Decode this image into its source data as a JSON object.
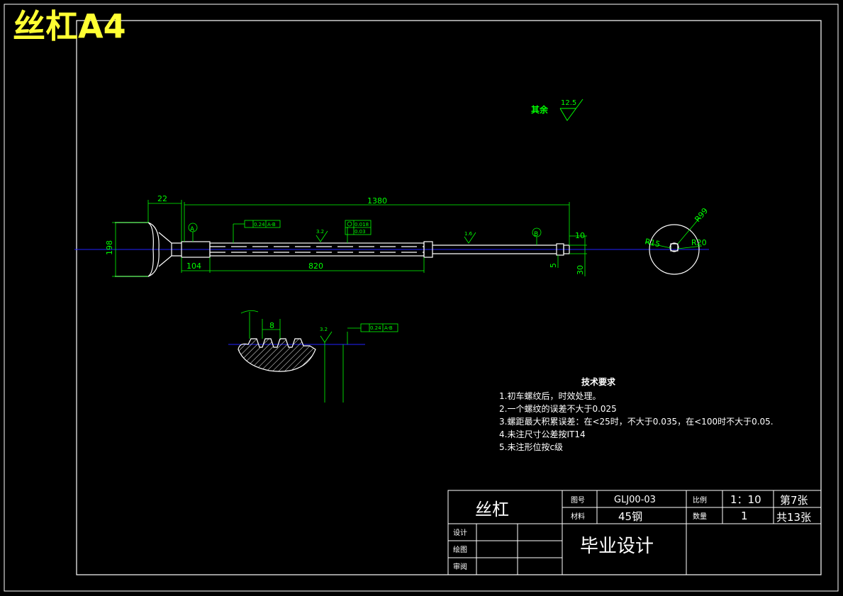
{
  "watermark": "丝杠A4",
  "roughness": {
    "label": "其余",
    "value": "12.5"
  },
  "dimensions": {
    "d22": "22",
    "d1380": "1380",
    "d198": "198",
    "d104": "104",
    "d820": "820",
    "d10": "10",
    "d5": "5",
    "d30": "30",
    "r99": "R99",
    "r15": "R15",
    "r20": "R20",
    "d8": "8"
  },
  "datums": {
    "a": "A",
    "b": "B"
  },
  "tolerances": {
    "runout_1": "0.24",
    "datum_ref_1": "A-B",
    "cyl_val": "0.018",
    "straight_val": "0.03",
    "runout_2": "0.24",
    "datum_ref_2": "A-B",
    "rough_32a": "3.2",
    "rough_16": "1.6",
    "rough_32b": "3.2"
  },
  "tech_requirements": {
    "title": "技术要求",
    "items": [
      "1.初车螺纹后，时效处理。",
      "2.一个螺纹的误差不大于0.025",
      "3.螺距最大积累误差：在<25时，不大于0.035，在<100时不大于0.05.",
      "4.未注尺寸公差按IT14",
      "5.未注形位按c级"
    ]
  },
  "title_block": {
    "part_name": "丝杠",
    "drawing_no_label": "图号",
    "drawing_no": "GLJ00-03",
    "scale_label": "比例",
    "scale": "1：10",
    "sheet": "第7张",
    "material_label": "材料",
    "material": "45钢",
    "qty_label": "数量",
    "qty": "1",
    "total": "共13张",
    "design_label": "设计",
    "draw_label": "绘图",
    "review_label": "审阅",
    "project": "毕业设计"
  },
  "colors": {
    "geometry": "#ffffff",
    "dimension": "#00ff00",
    "centerline": "#2222ff",
    "watermark": "#ffff33",
    "hatch": "#ffffff"
  }
}
